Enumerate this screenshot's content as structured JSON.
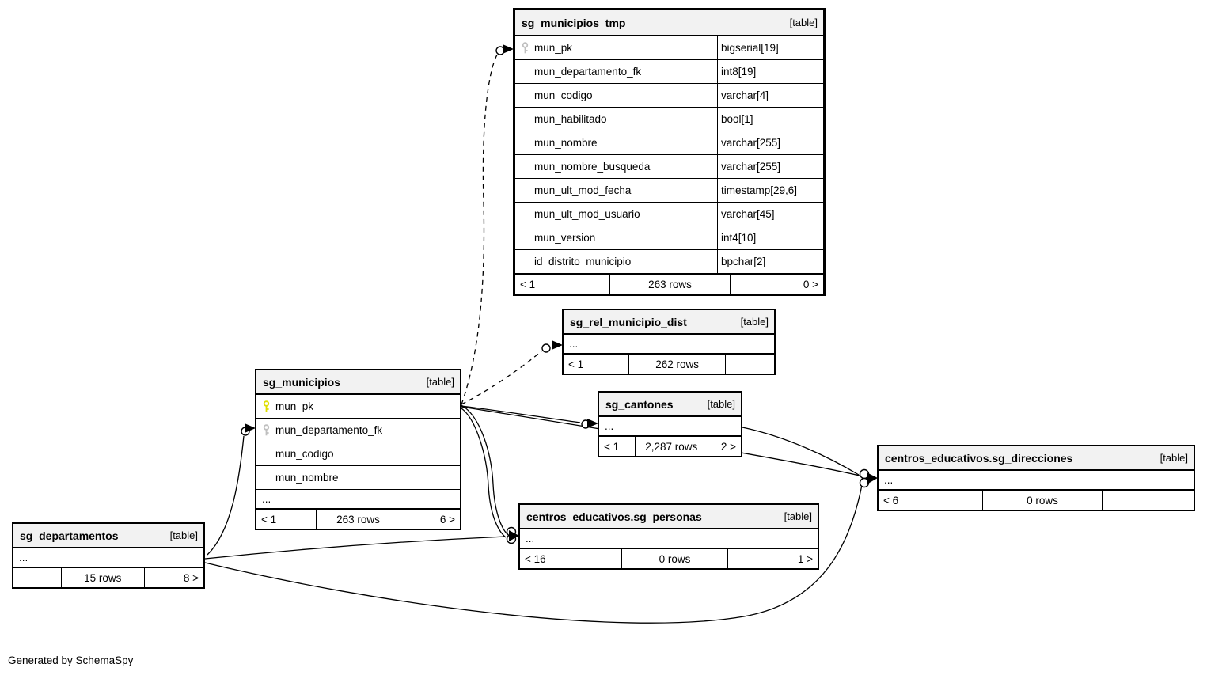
{
  "page": {
    "generated_by": "Generated by SchemaSpy"
  },
  "colors": {
    "primary_key": "#dede00",
    "foreign_key": "#bfbfbf",
    "header_bg": "#f2f2f2",
    "edge": "#000000"
  },
  "tables": [
    {
      "id": "sg_municipios_tmp",
      "name": "sg_municipios_tmp",
      "type_label": "[table]",
      "columns": [
        {
          "name": "mun_pk",
          "type": "bigserial[19]",
          "key": "fk"
        },
        {
          "name": "mun_departamento_fk",
          "type": "int8[19]",
          "key": ""
        },
        {
          "name": "mun_codigo",
          "type": "varchar[4]",
          "key": ""
        },
        {
          "name": "mun_habilitado",
          "type": "bool[1]",
          "key": ""
        },
        {
          "name": "mun_nombre",
          "type": "varchar[255]",
          "key": ""
        },
        {
          "name": "mun_nombre_busqueda",
          "type": "varchar[255]",
          "key": ""
        },
        {
          "name": "mun_ult_mod_fecha",
          "type": "timestamp[29,6]",
          "key": ""
        },
        {
          "name": "mun_ult_mod_usuario",
          "type": "varchar[45]",
          "key": ""
        },
        {
          "name": "mun_version",
          "type": "int4[10]",
          "key": ""
        },
        {
          "name": "id_distrito_municipio",
          "type": "bpchar[2]",
          "key": ""
        }
      ],
      "footer": {
        "left": "< 1",
        "center": "263 rows",
        "right": "0 >"
      }
    },
    {
      "id": "sg_rel_municipio_dist",
      "name": "sg_rel_municipio_dist",
      "type_label": "[table]",
      "columns": [
        {
          "name": "...",
          "type": "",
          "key": ""
        }
      ],
      "footer": {
        "left": "< 1",
        "center": "262 rows",
        "right": ""
      }
    },
    {
      "id": "sg_municipios",
      "name": "sg_municipios",
      "type_label": "[table]",
      "columns": [
        {
          "name": "mun_pk",
          "type": "",
          "key": "pk"
        },
        {
          "name": "mun_departamento_fk",
          "type": "",
          "key": "fk"
        },
        {
          "name": "mun_codigo",
          "type": "",
          "key": ""
        },
        {
          "name": "mun_nombre",
          "type": "",
          "key": ""
        },
        {
          "name": "...",
          "type": "",
          "key": ""
        }
      ],
      "footer": {
        "left": "< 1",
        "center": "263 rows",
        "right": "6 >"
      }
    },
    {
      "id": "sg_cantones",
      "name": "sg_cantones",
      "type_label": "[table]",
      "columns": [
        {
          "name": "...",
          "type": "",
          "key": ""
        }
      ],
      "footer": {
        "left": "< 1",
        "center": "2,287 rows",
        "right": "2 >"
      }
    },
    {
      "id": "centros_educativos.sg_direcciones",
      "name": "centros_educativos.sg_direcciones",
      "type_label": "[table]",
      "columns": [
        {
          "name": "...",
          "type": "",
          "key": ""
        }
      ],
      "footer": {
        "left": "< 6",
        "center": "0 rows",
        "right": ""
      }
    },
    {
      "id": "centros_educativos.sg_personas",
      "name": "centros_educativos.sg_personas",
      "type_label": "[table]",
      "columns": [
        {
          "name": "...",
          "type": "",
          "key": ""
        }
      ],
      "footer": {
        "left": "< 16",
        "center": "0 rows",
        "right": "1 >"
      }
    },
    {
      "id": "sg_departamentos",
      "name": "sg_departamentos",
      "type_label": "[table]",
      "columns": [
        {
          "name": "...",
          "type": "",
          "key": ""
        }
      ],
      "footer": {
        "left": "",
        "center": "15 rows",
        "right": "8 >"
      }
    }
  ],
  "edges": [
    {
      "from": "sg_municipios.mun_pk",
      "to": "sg_municipios_tmp.mun_pk",
      "style": "dashed"
    },
    {
      "from": "sg_municipios.mun_pk",
      "to": "sg_rel_municipio_dist",
      "style": "dashed"
    },
    {
      "from": "sg_municipios.mun_pk",
      "to": "sg_cantones",
      "style": "solid"
    },
    {
      "from": "sg_municipios.mun_pk",
      "to": "centros_educativos.sg_direcciones",
      "style": "solid"
    },
    {
      "from": "sg_municipios.mun_pk",
      "to": "centros_educativos.sg_personas",
      "style": "solid"
    },
    {
      "from": "sg_municipios.mun_pk",
      "to": "centros_educativos.sg_personas",
      "style": "solid"
    },
    {
      "from": "sg_cantones",
      "to": "centros_educativos.sg_direcciones",
      "style": "solid"
    },
    {
      "from": "sg_departamentos",
      "to": "sg_municipios.mun_departamento_fk",
      "style": "solid"
    },
    {
      "from": "sg_departamentos",
      "to": "centros_educativos.sg_personas",
      "style": "solid"
    },
    {
      "from": "sg_departamentos",
      "to": "centros_educativos.sg_direcciones",
      "style": "solid"
    }
  ]
}
